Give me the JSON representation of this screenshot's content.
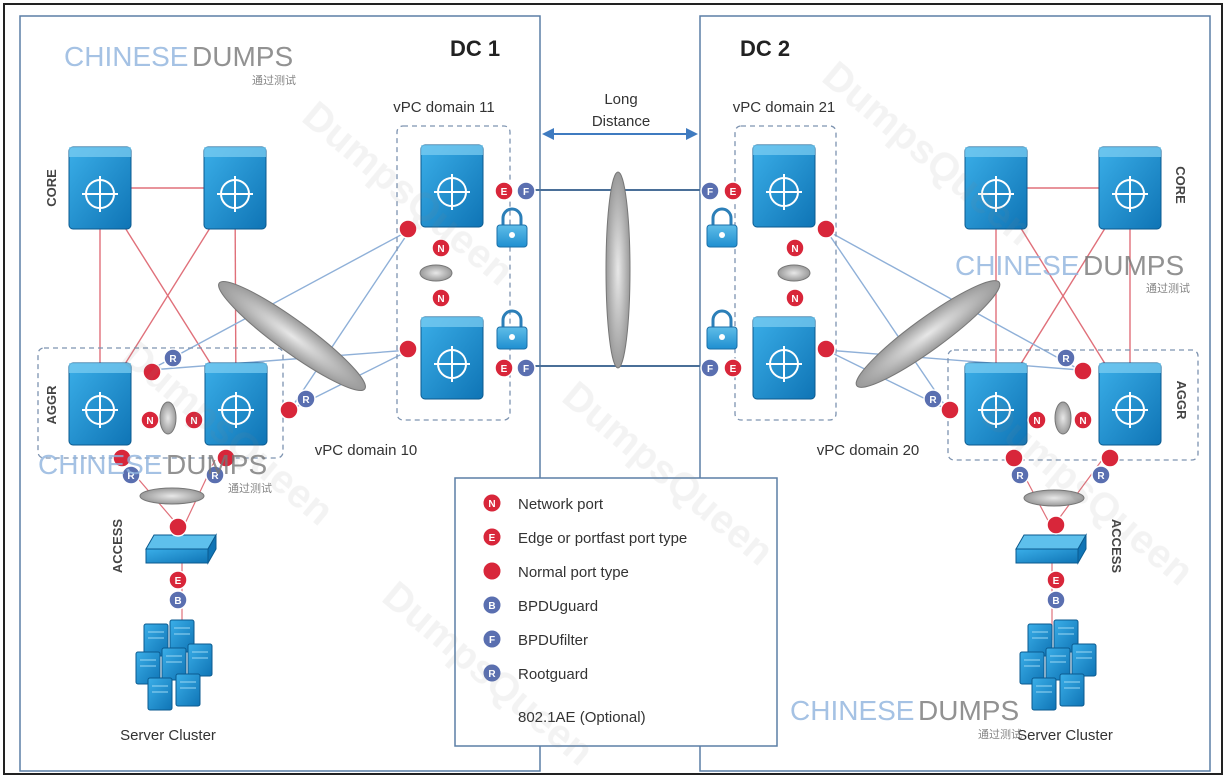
{
  "titles": {
    "dc1": "DC 1",
    "dc2": "DC 2"
  },
  "labels": {
    "long_distance_line1": "Long",
    "long_distance_line2": "Distance",
    "vpc_domain_11": "vPC domain 11",
    "vpc_domain_21": "vPC domain 21",
    "vpc_domain_10": "vPC domain 10",
    "vpc_domain_20": "vPC domain 20",
    "core": "CORE",
    "aggr": "AGGR",
    "access": "ACCESS",
    "server_cluster": "Server Cluster"
  },
  "badge_letters": {
    "network": "N",
    "edge": "E",
    "normal": "",
    "bpduguard": "B",
    "bpdufilter": "F",
    "rootguard": "R"
  },
  "legend": {
    "items": [
      {
        "letter": "N",
        "color": "#d8263a",
        "label": "Network port"
      },
      {
        "letter": "E",
        "color": "#d8263a",
        "label": "Edge or portfast port type"
      },
      {
        "letter": "",
        "color": "#d8263a",
        "label": "Normal port type"
      },
      {
        "letter": "B",
        "color": "#5a6fb0",
        "label": "BPDUguard"
      },
      {
        "letter": "F",
        "color": "#5a6fb0",
        "label": "BPDUfilter"
      },
      {
        "letter": "R",
        "color": "#5a6fb0",
        "label": "Rootguard"
      }
    ],
    "lock_label": "802.1AE (Optional)"
  },
  "watermarks": {
    "brand_part1": "CHINESE",
    "brand_part2": "DUMPS",
    "brand_sub": "通过测试",
    "diagonal": "DumpsQueen"
  },
  "colors": {
    "switch_blue": "#1f8fd0",
    "port_red": "#d8263a",
    "port_blue": "#5a6fb0",
    "red_link": "#e0707a",
    "blue_link": "#8fb0d8",
    "frame": "#5b7fa6",
    "wm_blue": "#8fb3de",
    "wm_gray": "#777777"
  }
}
